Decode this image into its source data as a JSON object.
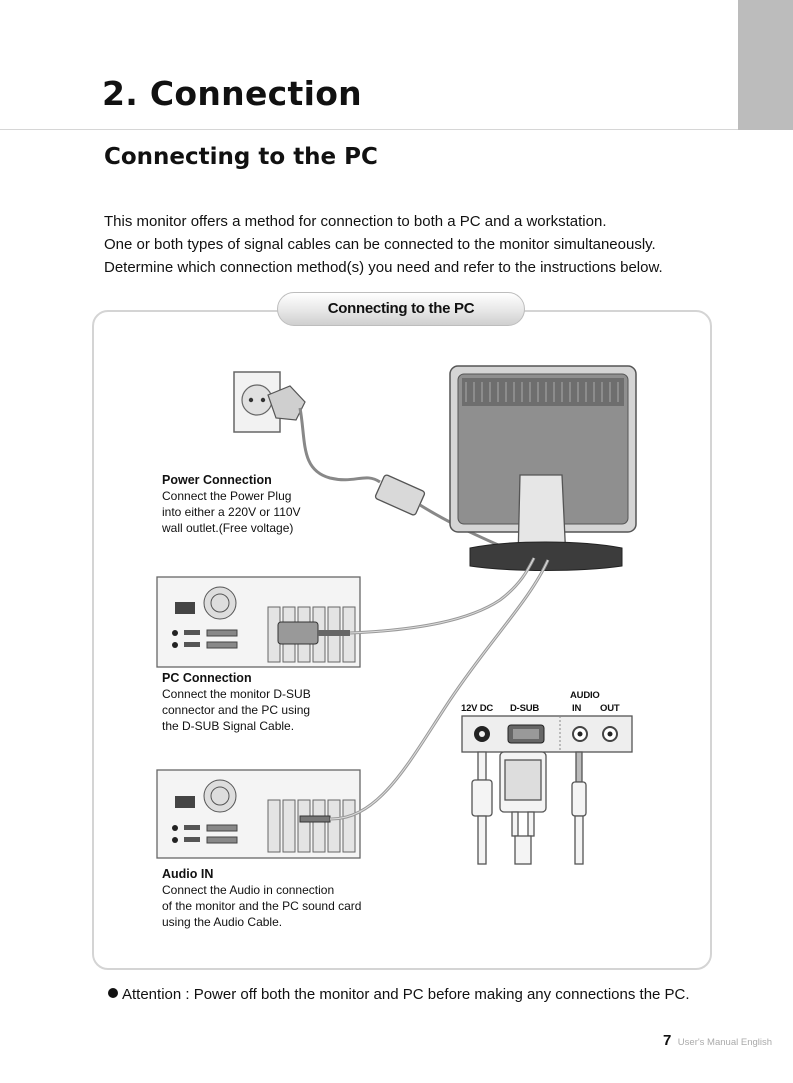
{
  "header": {
    "section_title": "2. Connection",
    "subsection_title": "Connecting to the PC"
  },
  "intro": [
    "This monitor offers a method for connection to both a PC and a workstation.",
    "One or both types of signal cables can be connected to the monitor simultaneously.",
    "Determine which connection method(s) you need and refer to the instructions below."
  ],
  "panel": {
    "tab_label": "Connecting to the PC",
    "power": {
      "heading": "Power Connection",
      "lines": [
        "Connect the Power Plug",
        "into either a 220V or 110V",
        "wall outlet.(Free voltage)"
      ]
    },
    "pc": {
      "heading": "PC Connection",
      "lines": [
        "Connect the monitor D-SUB",
        "connector and the PC using",
        "the D-SUB Signal Cable."
      ]
    },
    "audio": {
      "heading": "Audio IN",
      "lines": [
        "Connect the Audio in connection",
        "of the monitor and the PC sound card",
        "using the Audio Cable."
      ]
    },
    "ports": {
      "dc": "12V DC",
      "dsub": "D-SUB",
      "audio": "AUDIO",
      "in": "IN",
      "out": "OUT"
    }
  },
  "attention": "Attention : Power off both the monitor and PC before making any connections the PC.",
  "footer": {
    "page_number": "7",
    "manual_label": "User's Manual English"
  }
}
